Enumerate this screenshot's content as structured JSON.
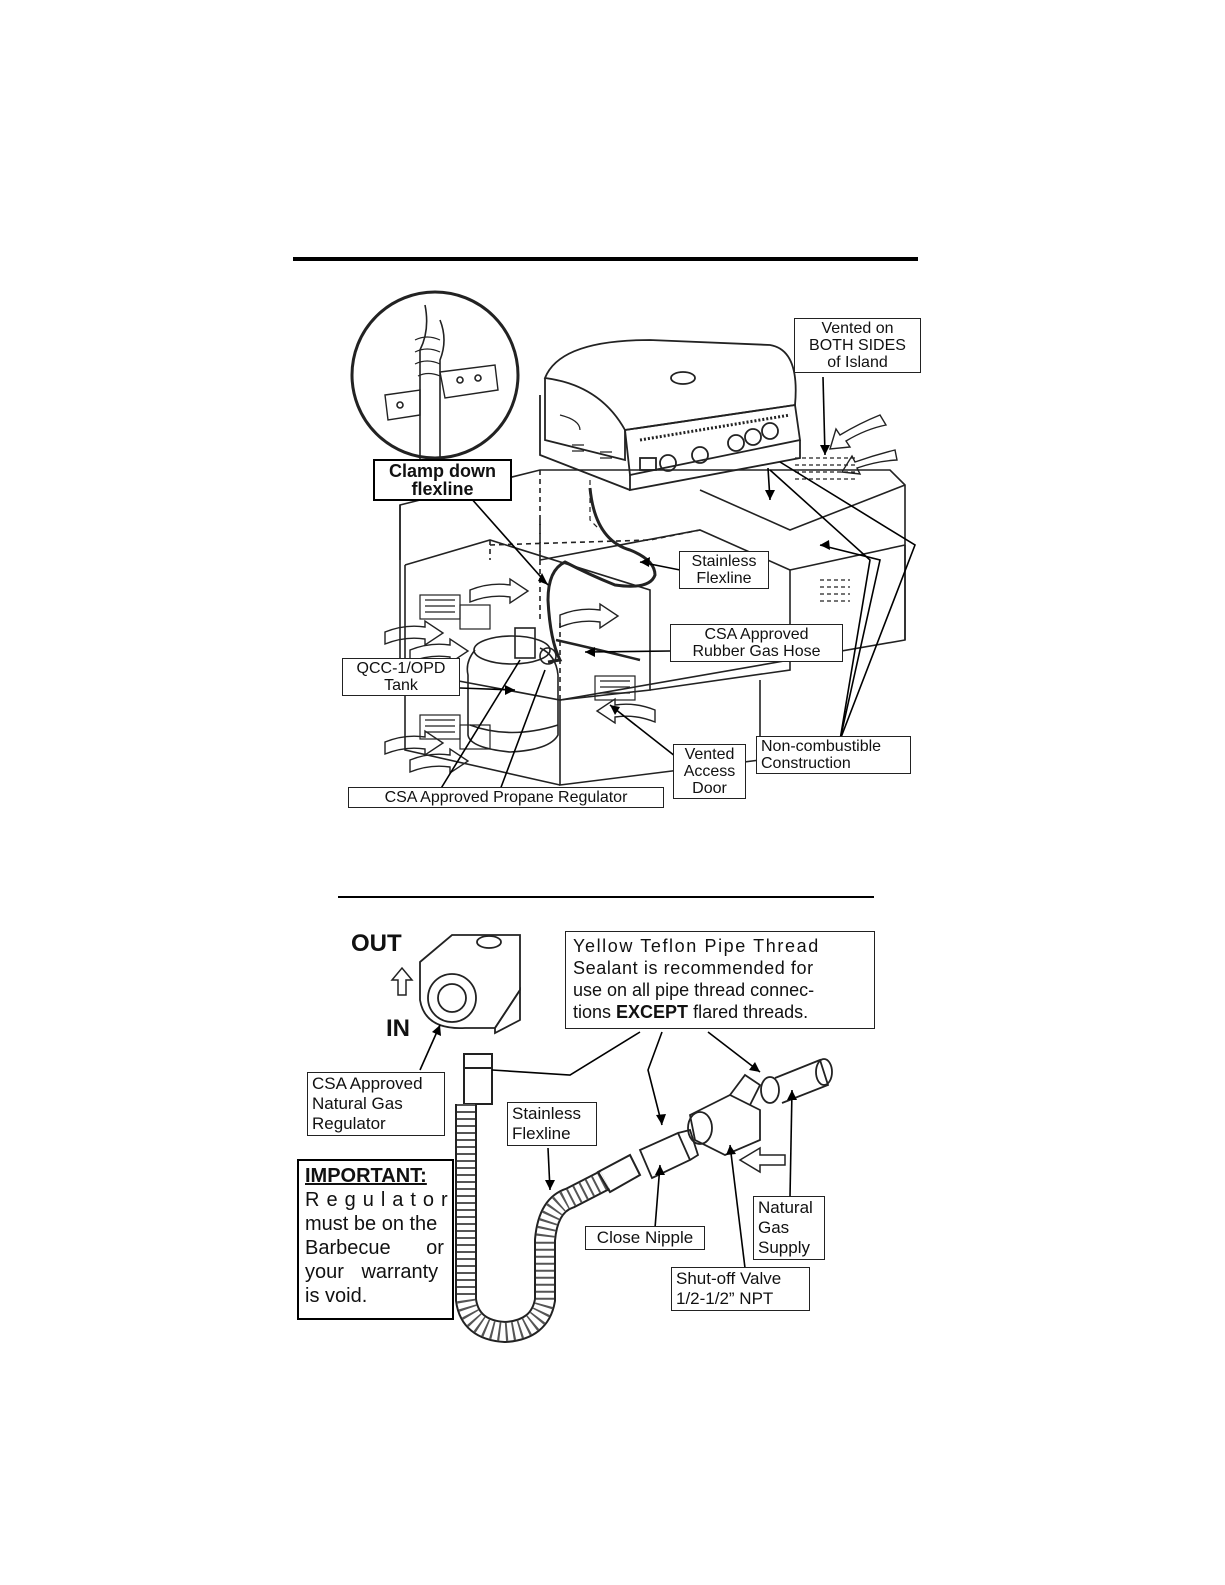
{
  "top_diagram": {
    "labels": {
      "vented_sides": [
        "Vented on",
        "BOTH SIDES",
        "of Island"
      ],
      "clamp": [
        "Clamp down",
        "flexline"
      ],
      "stainless_flexline": [
        "Stainless",
        "Flexline"
      ],
      "rubber_hose": [
        "CSA Approved",
        "Rubber Gas Hose"
      ],
      "tank": [
        "QCC-1/OPD",
        "Tank"
      ],
      "vented_door": [
        "Vented",
        "Access",
        "Door"
      ],
      "non_combustible": [
        "Non-combustible",
        "Construction"
      ],
      "propane_regulator": "CSA Approved Propane Regulator"
    }
  },
  "bottom_diagram": {
    "out_label": "OUT",
    "in_label": "IN",
    "sealant_note": {
      "line1": "Yellow Teflon Pipe Thread",
      "line2": "Sealant is recommended for",
      "line3": "use on all pipe thread connec-",
      "line4_pre": "tions ",
      "line4_bold": "EXCEPT",
      "line4_post": " flared threads."
    },
    "labels": {
      "ng_regulator": [
        "CSA Approved",
        "Natural Gas",
        "Regulator"
      ],
      "stainless_flexline": [
        "Stainless",
        "Flexline"
      ],
      "close_nipple": "Close Nipple",
      "natural_gas_supply": [
        "Natural",
        "Gas",
        "Supply"
      ],
      "shutoff_valve": [
        "Shut-off Valve",
        "1/2-1/2” NPT"
      ]
    },
    "important": {
      "heading": "IMPORTANT:",
      "lines": [
        "Regulator",
        "must be on the",
        "Barbecue or",
        "your warranty",
        "is void."
      ]
    }
  }
}
